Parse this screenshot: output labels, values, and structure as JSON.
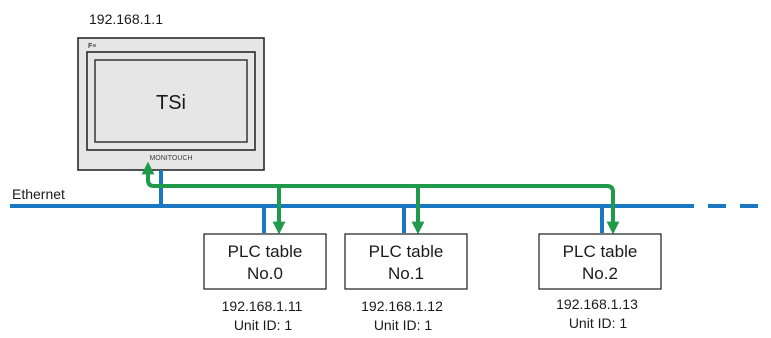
{
  "hmi": {
    "ip": "192.168.1.1",
    "label": "TSi",
    "logo": "F≡",
    "brand": "MONITOUCH"
  },
  "network": {
    "label": "Ethernet"
  },
  "plc_tables": [
    {
      "line1": "PLC table",
      "line2": "No.0",
      "ip": "192.168.1.11",
      "unit": "Unit ID: 1"
    },
    {
      "line1": "PLC table",
      "line2": "No.1",
      "ip": "192.168.1.12",
      "unit": "Unit ID: 1"
    },
    {
      "line1": "PLC table",
      "line2": "No.2",
      "ip": "192.168.1.13",
      "unit": "Unit ID: 1"
    }
  ],
  "colors": {
    "ethernet": "#1a78c2",
    "comm_arrow": "#1e9a4a",
    "frame": "#2a2a2a",
    "panel": "#e8e8e8"
  }
}
